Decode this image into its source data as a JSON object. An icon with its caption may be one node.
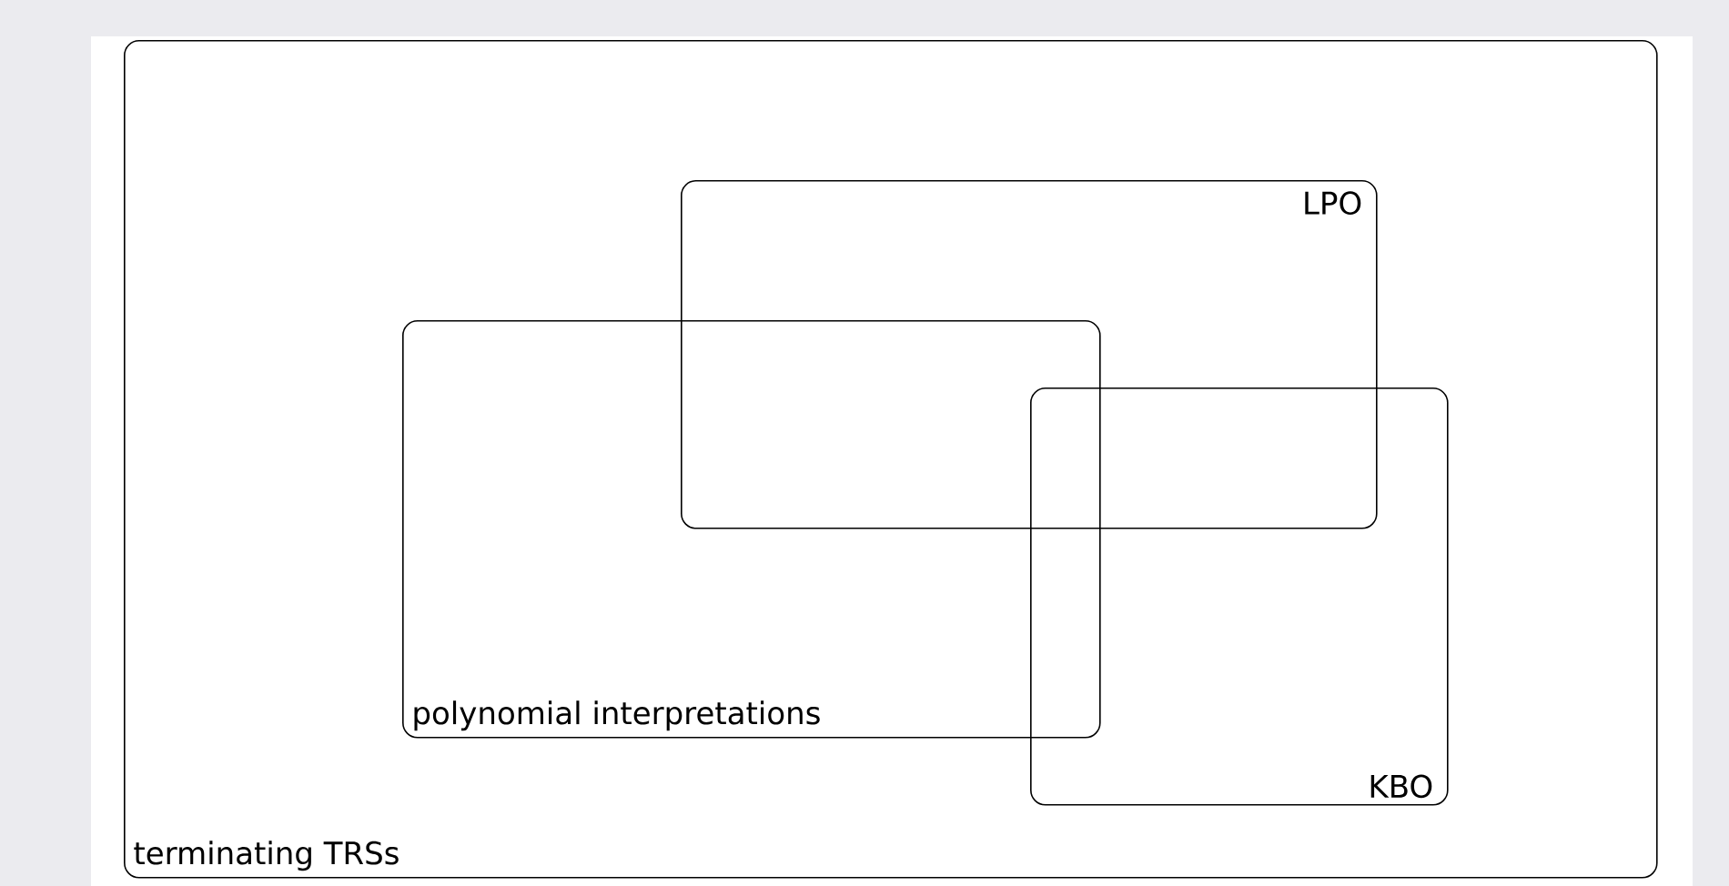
{
  "diagram": {
    "nodes": [
      {
        "text": [
          "terminating TRSs"
        ]
      },
      {
        "text": [
          "LPO"
        ],
        "in": 0
      },
      {
        "text": [
          "polynomial interpretations"
        ],
        "in": 0
      },
      {
        "text": [
          "KBO"
        ],
        "in": 0
      }
    ]
  }
}
